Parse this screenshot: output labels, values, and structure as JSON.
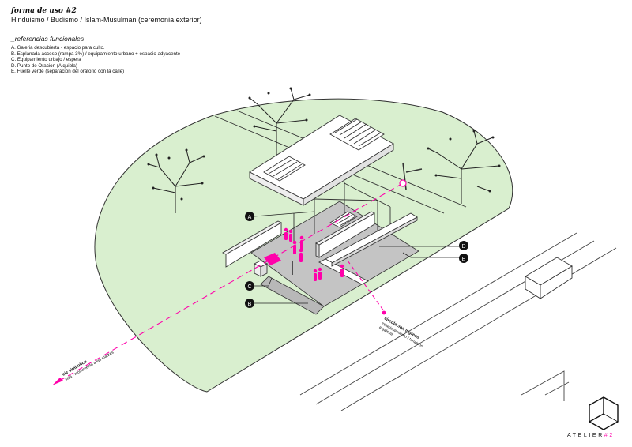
{
  "header": {
    "title": "forma de uso #2",
    "subtitle": "Hinduismo / Budismo / Islam-Musulman (ceremonia exterior)",
    "refs_title": "_referencias funcionales",
    "refs": [
      "A. Galeria descubierta - espacio para culto.",
      "B. Esplanada acceso (rampa 3%) / equipamiento urbano + espacio adyacente",
      "C. Equipamiento urbajo / espera",
      "D. Punto de Oracion (Alquibla)",
      "E. Fuelle verde (separacion del oratorio con la calle)"
    ]
  },
  "markers": [
    "A",
    "B",
    "C",
    "D",
    "E"
  ],
  "axis_label": {
    "title": "eje simbolico",
    "sub": "sala - monumento a las madres"
  },
  "circulation_label": {
    "title": "circulacion ingreso",
    "sub1": "estacionamiento / tanatorio",
    "sub2": "a galeria"
  },
  "brand": {
    "name": "ATELIER",
    "suffix": "#2"
  },
  "colors": {
    "lawn": "#d9efcf",
    "paving": "#c4c4c4",
    "accent": "#ff00aa",
    "line": "#222222"
  }
}
